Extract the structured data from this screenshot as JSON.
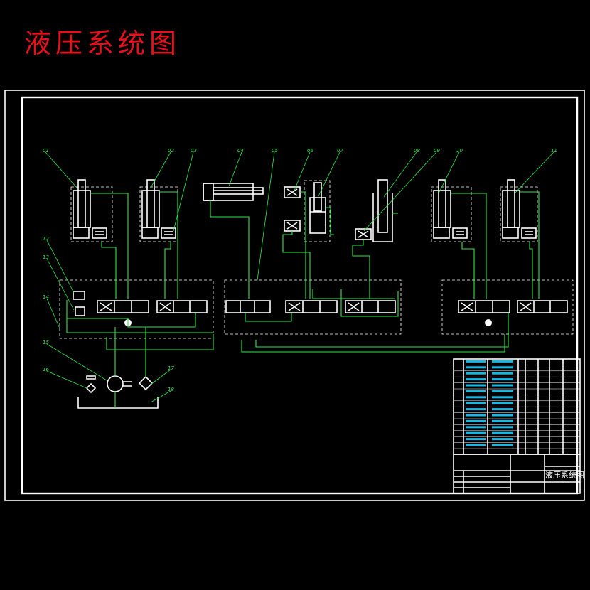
{
  "title": "液压系统图",
  "title_block": {
    "drawing_name": "液压系统图"
  },
  "part_labels": [
    "01",
    "02",
    "03",
    "04",
    "05",
    "06",
    "07",
    "08",
    "09",
    "10",
    "11",
    "12",
    "13",
    "14",
    "15",
    "16",
    "17",
    "18"
  ],
  "colors": {
    "background": "#000000",
    "title": "#e8101c",
    "outline": "#ffffff",
    "pipes": "#2ee84a",
    "table_text": "#18b8e6"
  }
}
